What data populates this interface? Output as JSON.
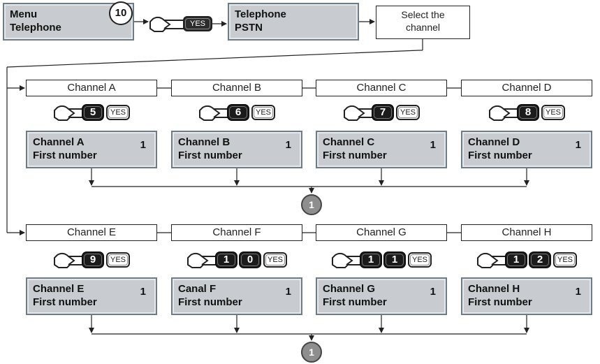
{
  "top": {
    "menu_lcd": {
      "line1": "Menu",
      "line2": "Telephone"
    },
    "step_number": "10",
    "yes_key": "YES",
    "pstn_lcd": {
      "line1": "Telephone",
      "line2": "PSTN"
    },
    "select_box": {
      "line1": "Select the",
      "line2": "channel"
    }
  },
  "row1": [
    {
      "label": "Channel  A",
      "keys": [
        "5"
      ],
      "yes": "YES",
      "lcd1": "Channel A",
      "lcd2": "First number",
      "num": "1"
    },
    {
      "label": "Channel B",
      "keys": [
        "6"
      ],
      "yes": "YES",
      "lcd1": "Channel B",
      "lcd2": "First number",
      "num": "1"
    },
    {
      "label": "Channel C",
      "keys": [
        "7"
      ],
      "yes": "YES",
      "lcd1": "Channel C",
      "lcd2": "First number",
      "num": "1"
    },
    {
      "label": "Channel D",
      "keys": [
        "8"
      ],
      "yes": "YES",
      "lcd1": "Channel D",
      "lcd2": "First number",
      "num": "1"
    }
  ],
  "row2": [
    {
      "label": "Channel E",
      "keys": [
        "9"
      ],
      "yes": "YES",
      "lcd1": "Channel E",
      "lcd2": "First number",
      "num": "1"
    },
    {
      "label": "Channel F",
      "keys": [
        "1",
        "0"
      ],
      "yes": "YES",
      "lcd1": "Canal F",
      "lcd2": "First number",
      "num": "1"
    },
    {
      "label": "Channel G",
      "keys": [
        "1",
        "1"
      ],
      "yes": "YES",
      "lcd1": "Channel G",
      "lcd2": "First number",
      "num": "1"
    },
    {
      "label": "Channel H",
      "keys": [
        "1",
        "2"
      ],
      "yes": "YES",
      "lcd1": "Channel H",
      "lcd2": "First number",
      "num": "1"
    }
  ],
  "refs": {
    "row1": "1",
    "row2": "1"
  },
  "colors": {
    "lcd_fill": "#c8ccd0",
    "lcd_border": "#6f7b86",
    "line": "#222222",
    "ref_badge": "#8e8e8e"
  }
}
